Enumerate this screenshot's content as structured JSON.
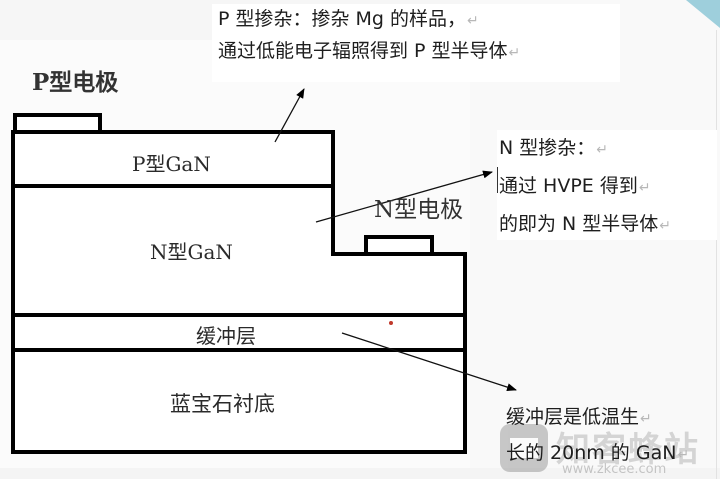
{
  "diagram": {
    "layers": [
      {
        "id": "p_gan",
        "label": "P型GaN"
      },
      {
        "id": "n_gan",
        "label": "N型GaN"
      },
      {
        "id": "buffer",
        "label": "缓冲层"
      },
      {
        "id": "substrate",
        "label": "蓝宝石衬底"
      }
    ],
    "electrodes": [
      {
        "id": "p_electrode",
        "label": "P型电极"
      },
      {
        "id": "n_electrode",
        "label": "N型电极"
      }
    ],
    "colors": {
      "stroke": "#000000",
      "fill": "#ffffff",
      "corner_accent": "#9ecfdc",
      "marker_dot": "#c0392b"
    }
  },
  "annotations": {
    "p_doping": {
      "lines": [
        "P 型掺杂：掺杂 Mg 的样品，",
        "通过低能电子辐照得到 P 型半导体"
      ]
    },
    "n_doping": {
      "lines": [
        "N 型掺杂：",
        "通过 HVPE 得到",
        "的即为 N 型半导体"
      ]
    },
    "buffer_note": {
      "lines": [
        "缓冲层是低温生",
        "长的 20nm 的 GaN"
      ]
    },
    "return_mark": "↵"
  },
  "watermark": {
    "text": "知客蜂站",
    "url": "www.zkcee.com"
  }
}
